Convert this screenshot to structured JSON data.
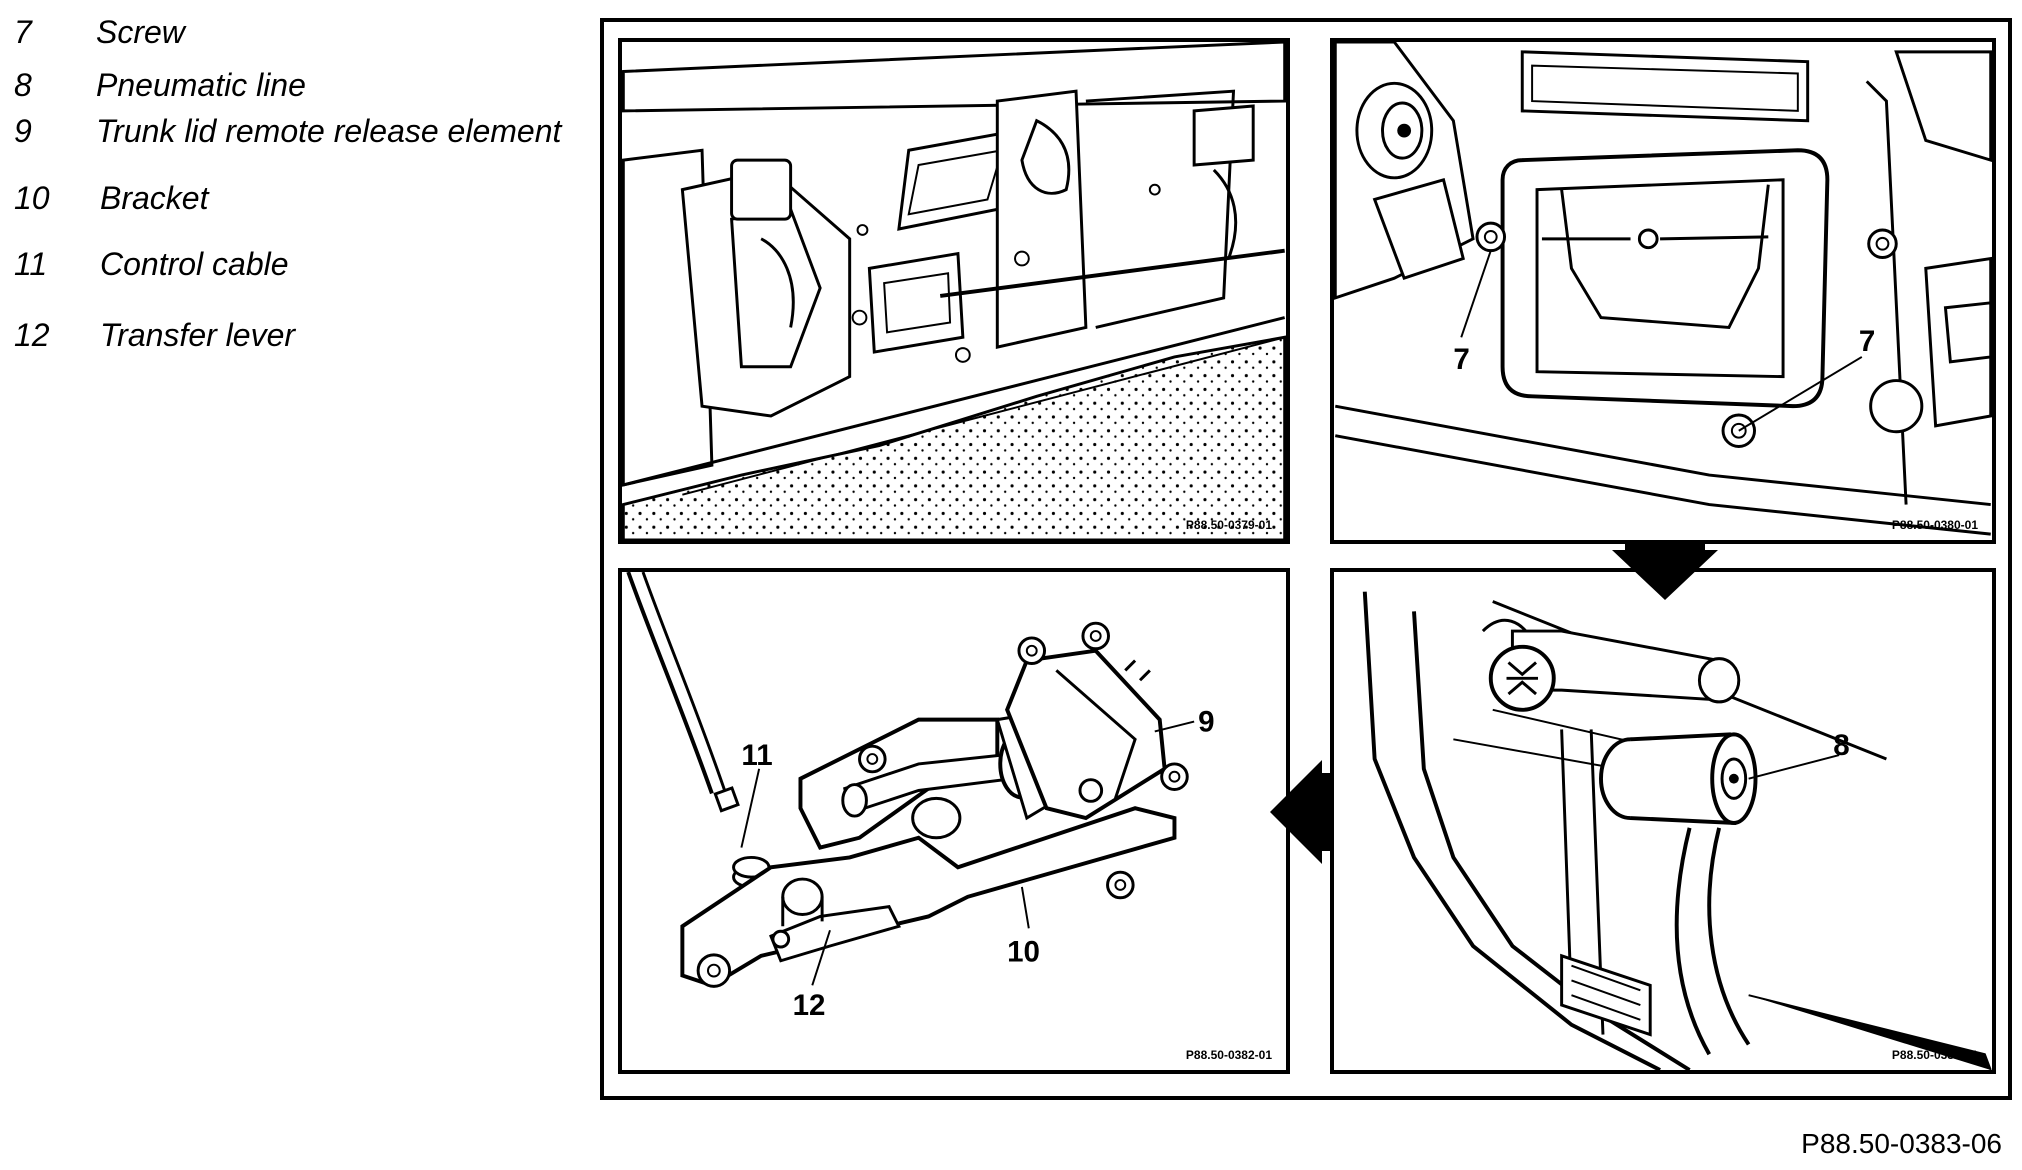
{
  "legend": [
    {
      "num": "7",
      "label": "Screw"
    },
    {
      "num": "8",
      "label": "Pneumatic line"
    },
    {
      "num": "9",
      "label": "Trunk lid remote release element"
    },
    {
      "num": "10",
      "label": "Bracket"
    },
    {
      "num": "11",
      "label": "Control cable"
    },
    {
      "num": "12",
      "label": "Transfer lever"
    }
  ],
  "panels": {
    "top_left": {
      "code": "P88.50-0379-01"
    },
    "top_right": {
      "code": "P88.50-0380-01",
      "callouts": [
        "7",
        "7"
      ]
    },
    "bottom_right": {
      "code": "P88.50-0381-01",
      "callouts": [
        "8"
      ]
    },
    "bottom_left": {
      "code": "P88.50-0382-01",
      "callouts": [
        "9",
        "11",
        "10",
        "12"
      ]
    }
  },
  "figure_code": "P88.50-0383-06",
  "colors": {
    "line": "#000000",
    "background": "#ffffff"
  }
}
